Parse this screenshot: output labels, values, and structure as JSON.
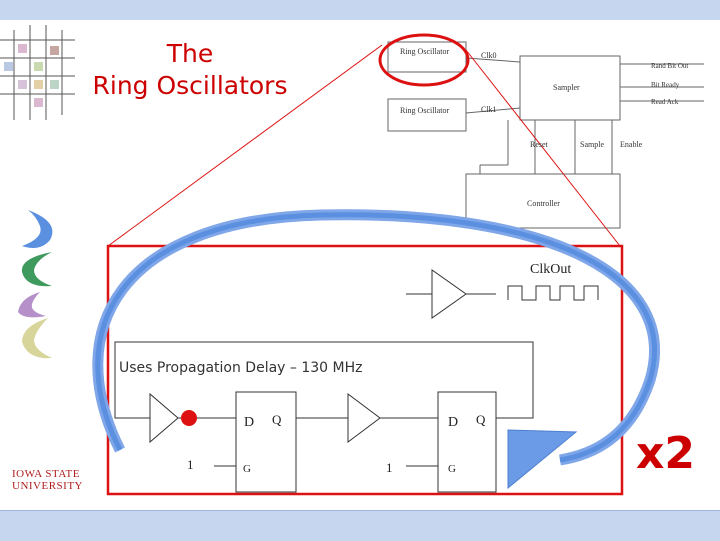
{
  "slide": {
    "title_line1": "The",
    "title_line2": "Ring Oscillators",
    "caption": "Uses Propagation Delay – 130 MHz",
    "multiplier": "x2",
    "logo_line1": "IOWA STATE",
    "logo_line2": "UNIVERSITY"
  },
  "block_diagram": {
    "ring_osc_1": "Ring Oscillator",
    "ring_osc_2": "Ring Oscillator",
    "clk0": "Clk0",
    "clk1": "Clk1",
    "sampler": "Sampler",
    "controller": "Controller",
    "rand_bit_out": "Rand Bit Out",
    "bit_ready": "Bit Ready",
    "read_ack": "Read Ack",
    "reset": "Reset",
    "sample": "Sample",
    "enable": "Enable"
  },
  "circuit": {
    "clk_out": "ClkOut",
    "ff1_d": "D",
    "ff1_q": "Q",
    "ff1_g": "G",
    "ff2_d": "D",
    "ff2_q": "Q",
    "ff2_g": "G",
    "const1": "1",
    "const2": "1"
  },
  "colors": {
    "title": "#cc0000",
    "highlight_box": "#dd1111",
    "loop_arrow": "#5b8fe0",
    "header_bar": "#c6d6ee"
  }
}
